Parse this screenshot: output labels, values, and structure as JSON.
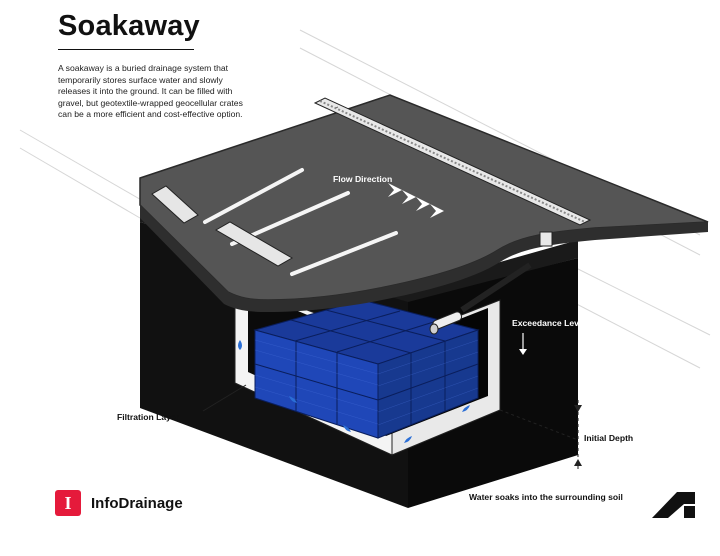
{
  "header": {
    "title": "Soakaway",
    "description": "A soakaway is a buried drainage system that temporarily stores surface water and slowly releases it into the ground. It can be filled with gravel, but geotextile-wrapped geocellular crates can be a more efficient and cost-effective option."
  },
  "labels": {
    "flow_direction": "Flow Direction",
    "exceedance_level": "Exceedance Level",
    "filtration_layer": "Filtration Layer",
    "initial_depth": "Initial Depth",
    "water_soaks": "Water soaks into the surrounding soil"
  },
  "brand": {
    "icon_letter": "I",
    "name": "InfoDrainage",
    "accent": "#e51a3b"
  },
  "colors": {
    "surface": "#555555",
    "surface_edge": "#2a2a2a",
    "ground": "#111111",
    "crate": "#1f47b8",
    "crate_dark": "#0f2a7a",
    "chevron": "#ffffff",
    "drop": "#2b6fd6"
  },
  "icons": [
    "chevron-right-icon",
    "infodrainage-logo",
    "autodesk-logo",
    "water-drop-icon",
    "arrow-down-icon"
  ]
}
